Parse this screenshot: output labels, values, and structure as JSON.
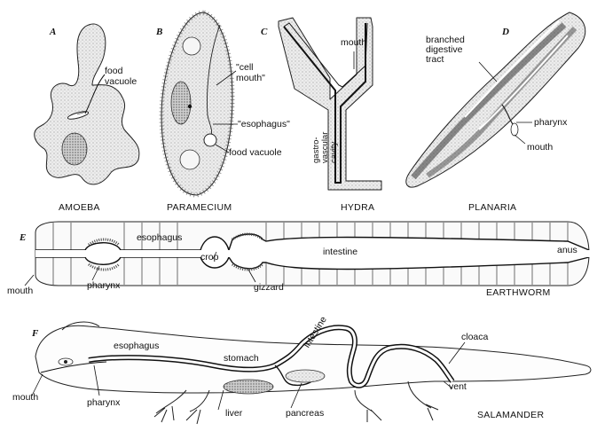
{
  "panels": {
    "a": {
      "letter": "A",
      "caption": "AMOEBA",
      "food_vacuole": "food\nvacuole"
    },
    "b": {
      "letter": "B",
      "caption": "PARAMECIUM",
      "cell_mouth": "\"cell\nmouth\"",
      "esophagus": "\"esophagus\"",
      "food_vacuole": "food vacuole"
    },
    "c": {
      "letter": "C",
      "caption": "HYDRA",
      "mouth": "mouth",
      "cavity": "gastro-\nvascular\ncavity"
    },
    "d": {
      "letter": "D",
      "caption": "PLANARIA",
      "digestive_tract": "branched\ndigestive\ntract",
      "pharynx": "pharynx",
      "mouth": "mouth"
    },
    "e": {
      "letter": "E",
      "caption": "EARTHWORM",
      "esophagus": "esophagus",
      "crop": "crop",
      "intestine": "intestine",
      "anus": "anus",
      "mouth": "mouth",
      "pharynx": "pharynx",
      "gizzard": "gizzard"
    },
    "f": {
      "letter": "F",
      "caption": "SALAMANDER",
      "esophagus": "esophagus",
      "stomach": "stomach",
      "intestine": "intestine",
      "cloaca": "cloaca",
      "vent": "vent",
      "mouth": "mouth",
      "pharynx": "pharynx",
      "liver": "liver",
      "pancreas": "pancreas"
    }
  },
  "colors": {
    "ink": "#111111",
    "stipple": "#e7e7e7",
    "dark_stipple": "#b9b9b9",
    "paper": "#ffffff"
  }
}
